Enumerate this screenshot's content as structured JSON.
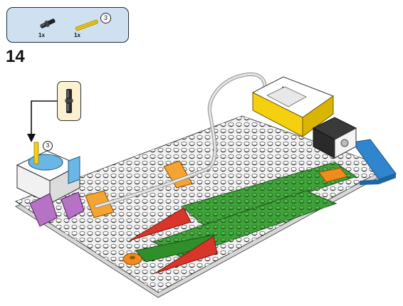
{
  "step": {
    "number": "14"
  },
  "parts_panel": {
    "items": [
      {
        "name": "black-connector-peg",
        "quantity": "1x"
      },
      {
        "name": "yellow-axle",
        "quantity": "1x",
        "length": "3"
      }
    ]
  },
  "callout": {
    "part": "black-connector-peg"
  },
  "assembly": {
    "axle_length": "3"
  },
  "colors": {
    "panel_bg": "#cfe0f1",
    "callout_bg": "#fbf0cf",
    "baseplate": "#f2f2f2",
    "green_plate": "#3fa33a",
    "red_plate": "#d9352a",
    "orange_plate": "#f08c1e",
    "blue_plate": "#2f86cf",
    "hub_yellow": "#f5d010",
    "purple_brick": "#b673c6"
  }
}
